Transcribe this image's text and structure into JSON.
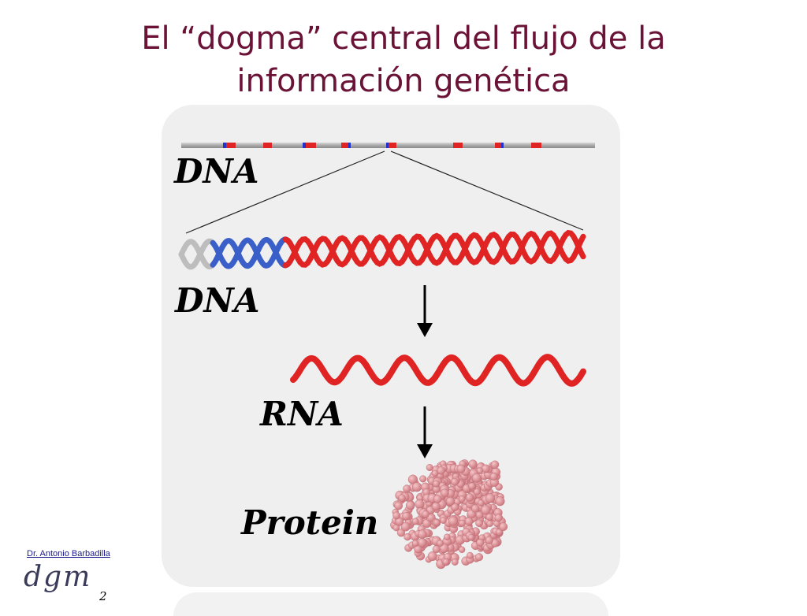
{
  "slide": {
    "title_line1": "El “dogma” central del flujo de la",
    "title_line2": "información genética",
    "page_number": "2"
  },
  "diagram": {
    "labels": {
      "dna_top": "DNA",
      "dna_middle": "DNA",
      "rna": "RNA",
      "protein": "Protein"
    },
    "colors": {
      "title": "#6b1237",
      "panel": "#efefef",
      "helix_red": "#e02424",
      "helix_blue": "#3a5fc8",
      "helix_gray": "#bdbdbd",
      "protein": "#d98a8f"
    }
  },
  "footer": {
    "author_link": "Dr. Antonio Barbadilla",
    "logo_text": "dgm"
  }
}
